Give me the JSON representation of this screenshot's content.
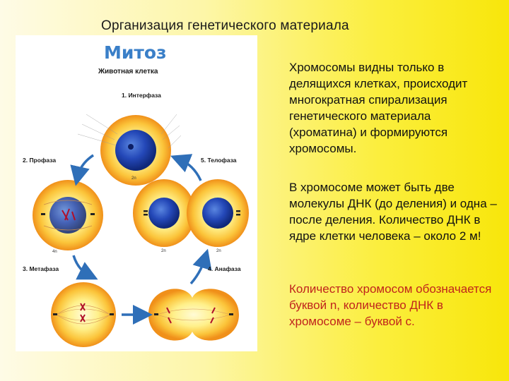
{
  "slide": {
    "title": "Организация генетического материала",
    "paragraphs": [
      "Хромосомы видны только в делящихся клетках, происходит многократная спирализация генетического материала (хроматина) и формируются хромосомы.",
      "В хромосоме может быть две молекулы ДНК (до деления) и одна – после деления. Количество ДНК в ядре клетки человека – около 2 м!",
      "Количество хромосом обозначается буквой n, количество ДНК в хромосоме – буквой с."
    ],
    "highlight_color": "#c0241c"
  },
  "figure": {
    "heading": "Митоз",
    "subheading": "Животная клетка",
    "stages": {
      "interphase": "1. Интерфаза",
      "prophase": "2. Профаза",
      "telophase": "5. Телофаза",
      "metaphase": "3. Метафаза",
      "anaphase": "4. Анафаза"
    },
    "ploidy": {
      "interphase": "2n",
      "prophase": "4n",
      "telophase_left": "2n",
      "telophase_right": "2n"
    },
    "colors": {
      "heading": "#3a7fc8",
      "arrow": "#2f6fb8",
      "cell_outer": "#f39a1a",
      "cell_inner": "#fff3a0",
      "nucleus": "#1e3fa8"
    }
  }
}
